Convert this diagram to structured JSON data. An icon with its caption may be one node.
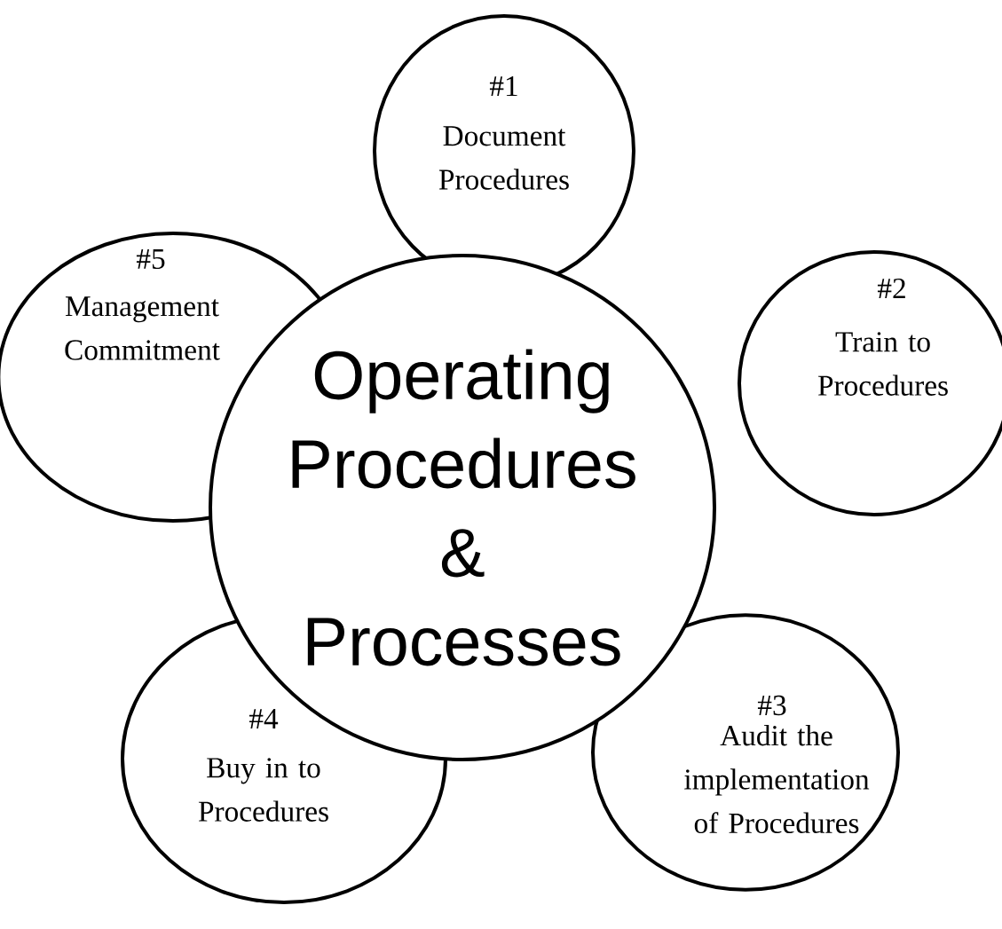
{
  "diagram": {
    "nodes": [
      {
        "text": [
          "Operating Procedures & Processes"
        ]
      },
      {
        "text": [
          "#1",
          "Document Procedures"
        ]
      },
      {
        "text": [
          "#2",
          "Train to Procedures"
        ]
      },
      {
        "text": [
          "#3",
          "Audit the implementation of Procedures"
        ]
      },
      {
        "text": [
          "#4",
          "Buy in to Procedures"
        ]
      },
      {
        "text": [
          "#5",
          "Management Commitment"
        ]
      }
    ]
  }
}
